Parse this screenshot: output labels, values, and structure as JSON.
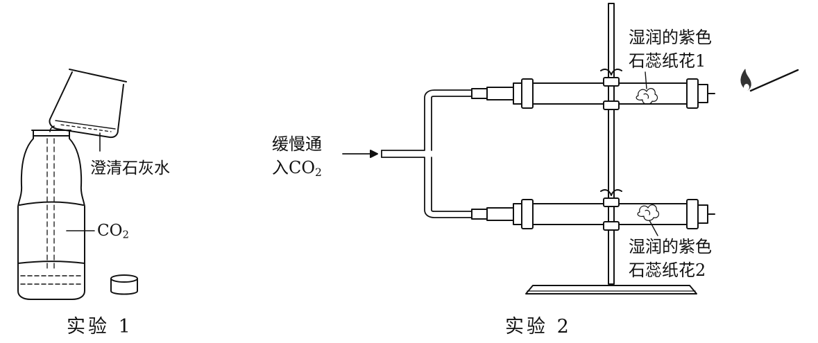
{
  "experiment1": {
    "caption": "实验 1",
    "limewater_label": "澄清石灰水",
    "gas_label": {
      "base": "CO",
      "sub": "2"
    }
  },
  "experiment2": {
    "caption": "实验 2",
    "inlet_label_line1": "缓慢通",
    "inlet_label_line2": {
      "prefix": "入CO",
      "sub": "2"
    },
    "flower1_line1": "湿润的紫色",
    "flower1_line2": "石蕊纸花1",
    "flower2_line1": "湿润的紫色",
    "flower2_line2": "石蕊纸花2"
  },
  "colors": {
    "stroke": "#111111",
    "flame": "#333333",
    "background": "#ffffff"
  },
  "icons": [
    "plastic-bottle-icon",
    "beaker-icon",
    "bottle-cap-icon",
    "burning-match-icon"
  ]
}
